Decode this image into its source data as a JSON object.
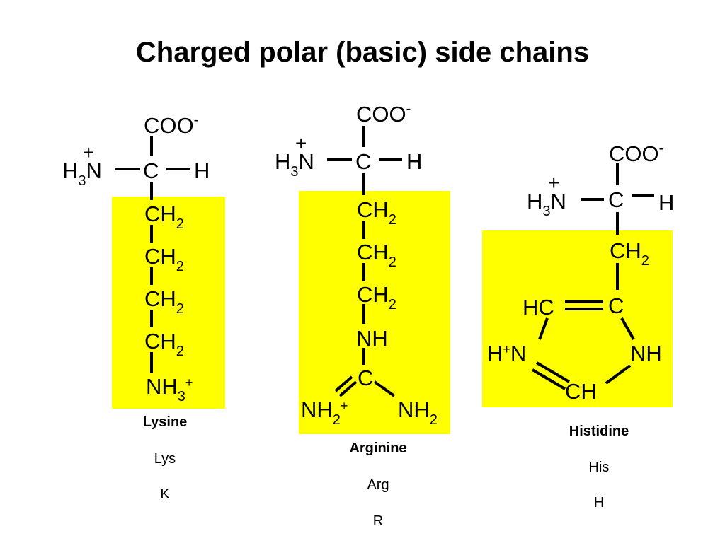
{
  "title": "Charged polar (basic) side chains",
  "colors": {
    "highlight": "#ffff00",
    "ink": "#000000",
    "background": "#ffffff"
  },
  "atoms": {
    "coo": "COO",
    "minus": "-",
    "plus": "+",
    "h": "H",
    "n": "N",
    "c": "C",
    "sub2": "2",
    "sub3": "3",
    "ch": "CH",
    "nh": "NH",
    "hc": "HC"
  },
  "amino_acids": [
    {
      "name": "Lysine",
      "abbr3": "Lys",
      "abbr1": "K"
    },
    {
      "name": "Arginine",
      "abbr3": "Arg",
      "abbr1": "R"
    },
    {
      "name": "Histidine",
      "abbr3": "His",
      "abbr1": "H"
    }
  ]
}
